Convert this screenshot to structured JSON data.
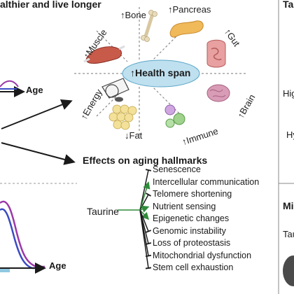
{
  "header": {
    "title": "althier and live longer",
    "right_panel_fragment": "Ta"
  },
  "left_panel": {
    "age_label_top": "Age",
    "age_label_bottom": "Age"
  },
  "wheel": {
    "center_label": "Health span",
    "center_arrow": "↑",
    "segments": [
      {
        "id": "bone",
        "arrow": "↑",
        "label": "Bone"
      },
      {
        "id": "pancreas",
        "arrow": "↑",
        "label": "Pancreas"
      },
      {
        "id": "gut",
        "arrow": "↑",
        "label": "Gut"
      },
      {
        "id": "brain",
        "arrow": "↑",
        "label": "Brain"
      },
      {
        "id": "immune",
        "arrow": "↑",
        "label": "Immune"
      },
      {
        "id": "fat",
        "arrow": "↓",
        "label": "Fat"
      },
      {
        "id": "energy",
        "arrow": "↑",
        "label": "Energy"
      },
      {
        "id": "muscle",
        "arrow": "↑",
        "label": "Muscle"
      }
    ]
  },
  "hallmarks": {
    "title": "Effects on aging hallmarks",
    "source": "Taurine",
    "items": [
      {
        "label": "Senescence",
        "effect": "inhibit"
      },
      {
        "label": "Intercellular communication",
        "effect": "promote"
      },
      {
        "label": "Telomere shortening",
        "effect": "inhibit"
      },
      {
        "label": "Nutrient sensing",
        "effect": "promote"
      },
      {
        "label": "Epigenetic changes",
        "effect": "promote"
      },
      {
        "label": "Genomic instability",
        "effect": "inhibit"
      },
      {
        "label": "Loss of proteostasis",
        "effect": "inhibit"
      },
      {
        "label": "Mitochondrial dysfunction",
        "effect": "inhibit"
      },
      {
        "label": "Stem cell exhaustion",
        "effect": "inhibit"
      }
    ]
  },
  "right_panel": {
    "fragment_1": "Hig",
    "fragment_2": "Hy",
    "fragment_3": "Mi",
    "fragment_4": "Tau"
  },
  "colors": {
    "promote": "#2e8b3a",
    "inhibit": "#1a1a1a",
    "health_span_fill": "#bfe0ef",
    "curve_blue": "#3b4bc4",
    "curve_purple": "#9b3aa8"
  }
}
